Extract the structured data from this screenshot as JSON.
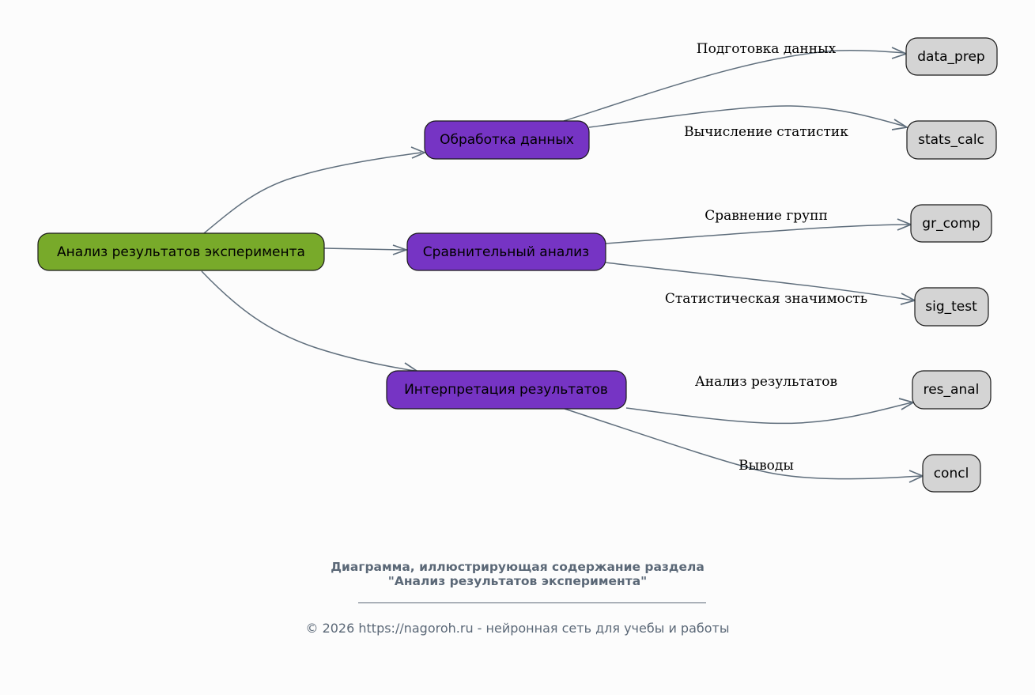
{
  "diagram": {
    "colors": {
      "root_fill": "#78aa2a",
      "branch_fill": "#7634c4",
      "leaf_fill": "#d4d4d4",
      "edge": "#5f6e7c",
      "caption": "#5b6877"
    },
    "root": {
      "label": "Анализ результатов эксперимента"
    },
    "branches": [
      {
        "label": "Обработка данных"
      },
      {
        "label": "Сравнительный анализ"
      },
      {
        "label": "Интерпретация результатов"
      }
    ],
    "leaves": [
      {
        "label": "data_prep",
        "edge_label": "Подготовка данных"
      },
      {
        "label": "stats_calc",
        "edge_label": "Вычисление статистик"
      },
      {
        "label": "gr_comp",
        "edge_label": "Сравнение групп"
      },
      {
        "label": "sig_test",
        "edge_label": "Статистическая значимость"
      },
      {
        "label": "res_anal",
        "edge_label": "Анализ результатов"
      },
      {
        "label": "concl",
        "edge_label": "Выводы"
      }
    ]
  },
  "caption": {
    "title_line1": "Диаграмма, иллюстрирующая содержание раздела",
    "title_line2": "\"Анализ результатов эксперимента\"",
    "copyright": "© 2026 https://nagoroh.ru - нейронная сеть для учебы и работы"
  }
}
